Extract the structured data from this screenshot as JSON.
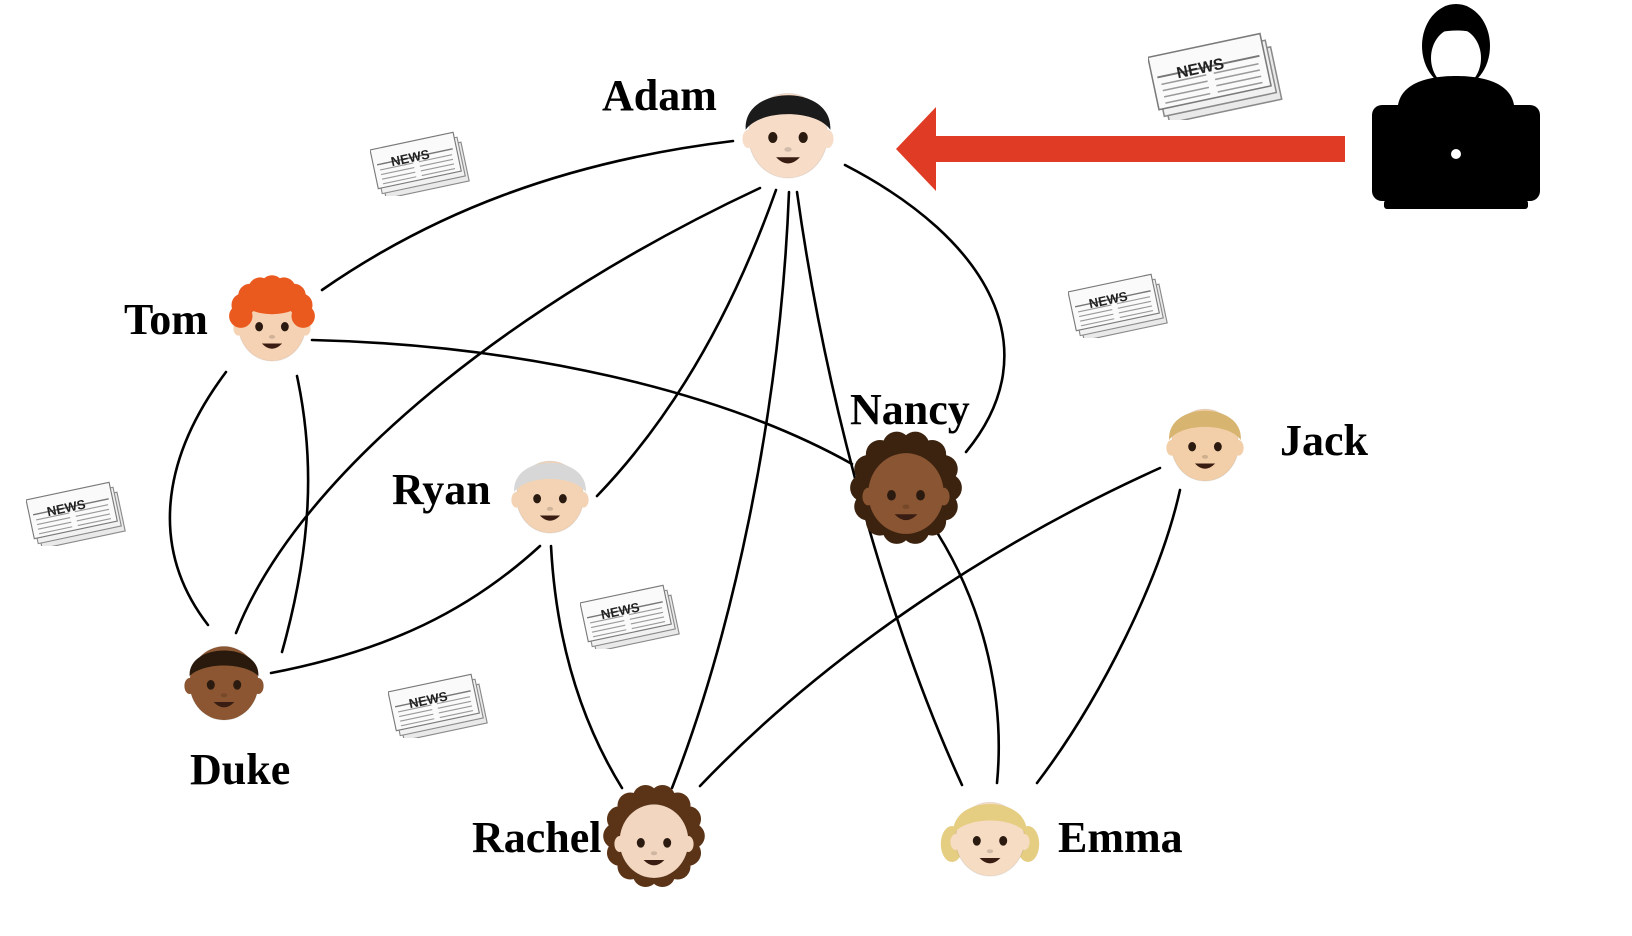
{
  "people": [
    {
      "id": "adam",
      "name": "Adam",
      "skin": "#f7dcc8",
      "hair": "#1b1b1b",
      "hair_style": "short"
    },
    {
      "id": "tom",
      "name": "Tom",
      "skin": "#f6d2b4",
      "hair": "#ea5a1f",
      "hair_style": "curly"
    },
    {
      "id": "ryan",
      "name": "Ryan",
      "skin": "#f3d3b4",
      "hair": "#d7d7d7",
      "hair_style": "short"
    },
    {
      "id": "nancy",
      "name": "Nancy",
      "skin": "#8a5532",
      "hair": "#3b230f",
      "hair_style": "afro"
    },
    {
      "id": "jack",
      "name": "Jack",
      "skin": "#f2cfa8",
      "hair": "#d7b470",
      "hair_style": "short"
    },
    {
      "id": "duke",
      "name": "Duke",
      "skin": "#8b5631",
      "hair": "#2a1a0d",
      "hair_style": "buzz"
    },
    {
      "id": "rachel",
      "name": "Rachel",
      "skin": "#f3d6bf",
      "hair": "#5b3417",
      "hair_style": "afro"
    },
    {
      "id": "emma",
      "name": "Emma",
      "skin": "#f6dcc3",
      "hair": "#e5cd82",
      "hair_style": "pigtails"
    }
  ],
  "news_label": "NEWS",
  "colors": {
    "arrow": "#e03c25",
    "edge": "#000000",
    "source_icon": "#000000"
  },
  "source_icon": "person-with-laptop-icon"
}
